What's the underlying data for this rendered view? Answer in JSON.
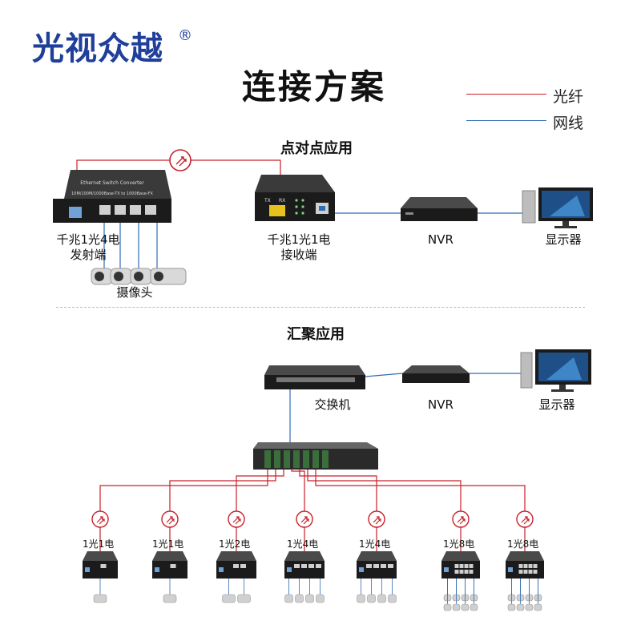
{
  "header": {
    "brand": "光视众越",
    "registered": "®",
    "title": "连接方案"
  },
  "legend": {
    "items": [
      {
        "label": "光纤",
        "color": "#c8202a"
      },
      {
        "label": "网线",
        "color": "#2f6db5"
      }
    ]
  },
  "p2p": {
    "title": "点对点应用",
    "transmitter_line1": "千兆1光4电",
    "transmitter_line2": "发射端",
    "receiver_line1": "千兆1光1电",
    "receiver_line2": "接收端",
    "nvr": "NVR",
    "monitor": "显示器",
    "cameras": "摄像头",
    "device_text1": "Ethernet Switch Converter",
    "device_text2": "10M/100M/1000Base-TX to 1000Base-FX",
    "rx_tx": "TX",
    "rx_rx": "RX"
  },
  "aggregation": {
    "title": "汇聚应用",
    "switch": "交换机",
    "nvr": "NVR",
    "monitor": "显示器",
    "nodes": [
      {
        "label": "1光1电",
        "ports": 1,
        "cams": 1
      },
      {
        "label": "1光1电",
        "ports": 1,
        "cams": 1
      },
      {
        "label": "1光2电",
        "ports": 2,
        "cams": 2
      },
      {
        "label": "1光4电",
        "ports": 4,
        "cams": 4
      },
      {
        "label": "1光4电",
        "ports": 4,
        "cams": 4
      },
      {
        "label": "1光8电",
        "ports": 8,
        "cams": 8
      },
      {
        "label": "1光8电",
        "ports": 8,
        "cams": 8
      }
    ]
  },
  "colors": {
    "brand": "#1f3f9a",
    "fiber": "#c8202a",
    "ethernet": "#2f6db5",
    "device": "#1b1b1b"
  }
}
